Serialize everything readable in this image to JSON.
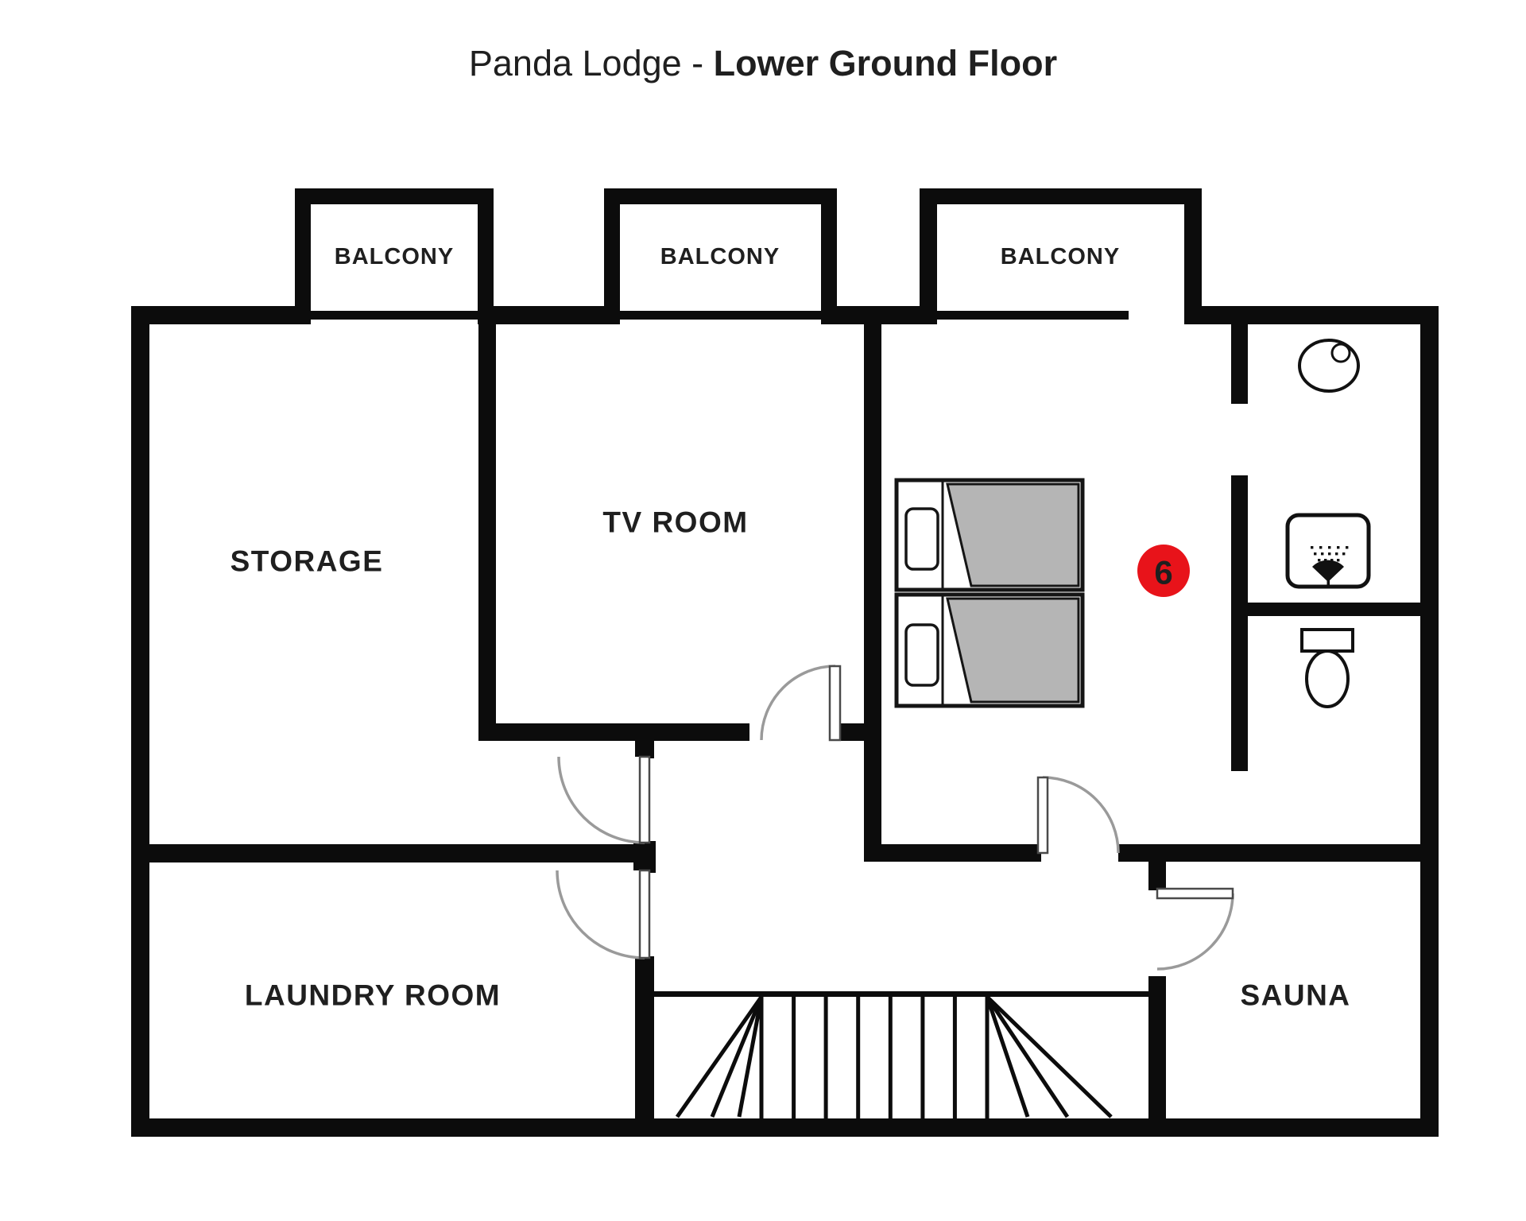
{
  "title": {
    "prefix": "Panda Lodge - ",
    "emphasis": "Lower Ground Floor"
  },
  "balconies": [
    {
      "label": "BALCONY"
    },
    {
      "label": "BALCONY"
    },
    {
      "label": "BALCONY"
    }
  ],
  "rooms": {
    "storage": {
      "label": "STORAGE"
    },
    "tv": {
      "label": "TV ROOM"
    },
    "laundry": {
      "label": "LAUNDRY ROOM"
    },
    "sauna": {
      "label": "SAUNA"
    }
  },
  "bedroom": {
    "badge": "6",
    "bed_count": 2
  },
  "colors": {
    "wall": "#0c0c0c",
    "badge": "#e8131a",
    "badge_text": "#ffffff",
    "bed_fill": "#b5b5b5",
    "door_arc": "#9a9a9a",
    "text": "#1f1f1f",
    "background": "#ffffff"
  }
}
